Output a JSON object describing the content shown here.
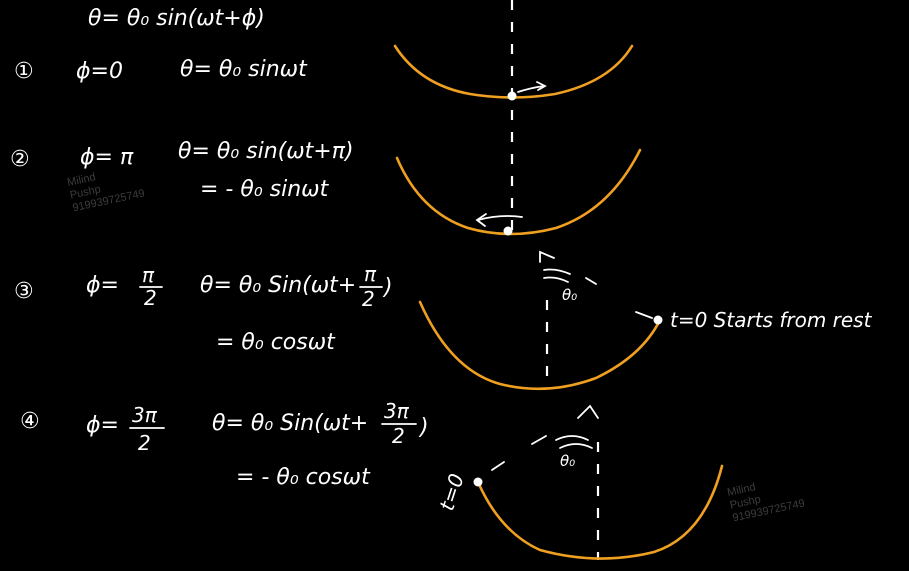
{
  "colors": {
    "background": "#000000",
    "ink": "#ffffff",
    "bowl": "#f0a020",
    "watermark": "#3c3c3c"
  },
  "general": {
    "equation": "θ= θ₀ sin(ωt+ϕ)"
  },
  "cases": [
    {
      "number": "①",
      "phase": "ϕ=0",
      "eq1": "θ= θ₀ sinωt",
      "eq2": ""
    },
    {
      "number": "②",
      "phase": "ϕ= π",
      "eq1": "θ= θ₀ sin(ωt+π)",
      "eq2": "= - θ₀ sinωt"
    },
    {
      "number": "③",
      "phase_symbol": "ϕ=",
      "phase_num": "π",
      "phase_den": "2",
      "eq1_head": "θ= θ₀ Sin(ωt+",
      "eq1_num": "π",
      "eq1_den": "2",
      "eq1_tail": ")",
      "eq2": "= θ₀ cosωt"
    },
    {
      "number": "④",
      "phase_symbol": "ϕ=",
      "phase_num": "3π",
      "phase_den": "2",
      "eq1_head": "θ= θ₀ Sin(ωt+",
      "eq1_num": "3π",
      "eq1_den": "2",
      "eq1_tail": ")",
      "eq2": "= - θ₀ cosωt"
    }
  ],
  "annotations": {
    "theta0_upper": "θ₀",
    "theta0_lower": "θ₀",
    "start_right": "t=0 Starts from rest",
    "start_left": "t=0"
  },
  "watermarks": [
    {
      "line1": "Milind",
      "line2": "Pushp",
      "line3": "919939725749"
    },
    {
      "line1": "Milind",
      "line2": "Pushp",
      "line3": "919939725749"
    }
  ]
}
